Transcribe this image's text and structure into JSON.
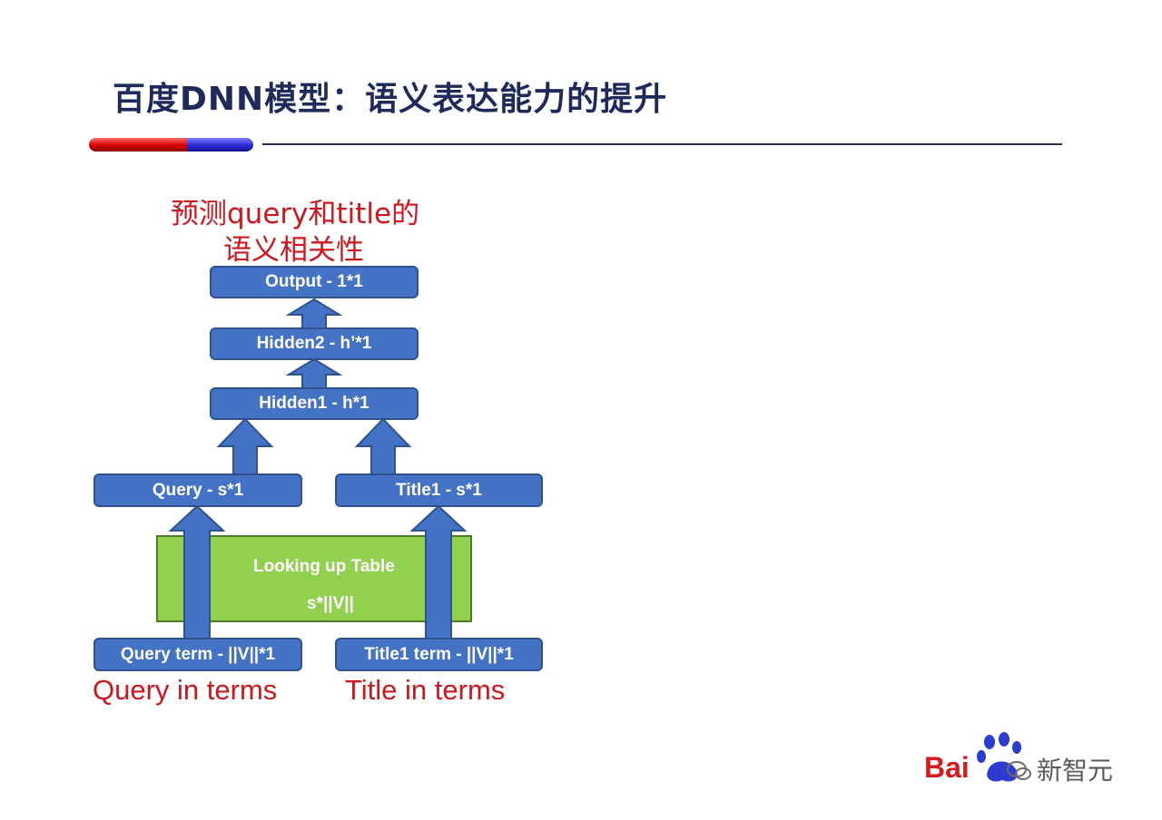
{
  "slide": {
    "title": "百度DNN模型：语义表达能力的提升",
    "top_caption_line1": "预测query和title的",
    "top_caption_line2": "语义相关性"
  },
  "diagram": {
    "nodes": {
      "output": "Output - 1*1",
      "hidden2": "Hidden2 - h’*1",
      "hidden1": "Hidden1 - h*1",
      "query": "Query - s*1",
      "title1": "Title1 - s*1",
      "query_term": "Query term - ||V||*1",
      "title1_term": "Title1 term - ||V||*1"
    },
    "lookup_table": {
      "label": "Looking up Table",
      "size": "s*||V||"
    },
    "bottom_captions": {
      "query": "Query in terms",
      "title": "Title in terms"
    }
  },
  "logo": {
    "brand_text": "Bai",
    "watermark": "新智元"
  },
  "colors": {
    "node_fill": "#4472c4",
    "node_border": "#2f528f",
    "lookup_fill": "#92d050",
    "caption_red": "#d0161c",
    "title_navy": "#1f2a5c"
  }
}
